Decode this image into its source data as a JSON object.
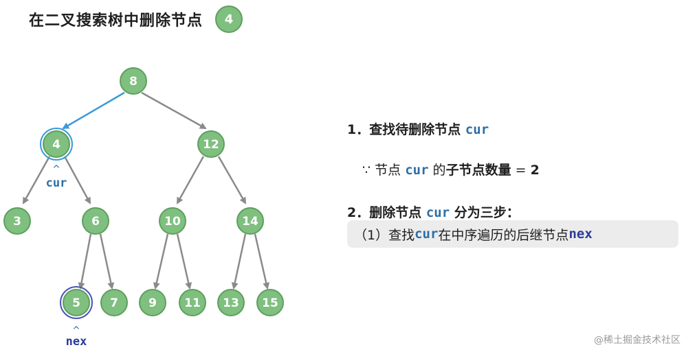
{
  "title": {
    "text": "在二叉搜索树中删除节点",
    "badge": "4"
  },
  "tree": {
    "nodes": [
      {
        "id": "8",
        "label": "8"
      },
      {
        "id": "4",
        "label": "4"
      },
      {
        "id": "12",
        "label": "12"
      },
      {
        "id": "3",
        "label": "3"
      },
      {
        "id": "6",
        "label": "6"
      },
      {
        "id": "10",
        "label": "10"
      },
      {
        "id": "14",
        "label": "14"
      },
      {
        "id": "5",
        "label": "5"
      },
      {
        "id": "7",
        "label": "7"
      },
      {
        "id": "9",
        "label": "9"
      },
      {
        "id": "11",
        "label": "11"
      },
      {
        "id": "13",
        "label": "13"
      },
      {
        "id": "15",
        "label": "15"
      }
    ],
    "pointers": {
      "cur": "cur",
      "nex": "nex"
    },
    "caret": "^"
  },
  "panel": {
    "step1": {
      "prefix": "1．查找待删除节点 ",
      "code": "cur"
    },
    "because": {
      "symbol": "∵",
      "text1": " 节点 ",
      "code": "cur",
      "text2": " 的",
      "bold": "子节点数量",
      "eq": " = ",
      "value": "2"
    },
    "step2": {
      "prefix": "2．删除节点 ",
      "code": "cur",
      "suffix": " 分为三步："
    },
    "sub1": {
      "prefix": "（1）查找 ",
      "code": "cur",
      "middle": " 在中序遍历的后继节点 ",
      "code2": "nex"
    }
  },
  "watermark": "@稀土掘金技术社区",
  "colors": {
    "node_fill": "#7fbf7f",
    "node_border": "#5e9f5e",
    "edge": "#8a8a8a",
    "highlight_edge": "#3a9ad9",
    "code": "#2d6ea6"
  }
}
